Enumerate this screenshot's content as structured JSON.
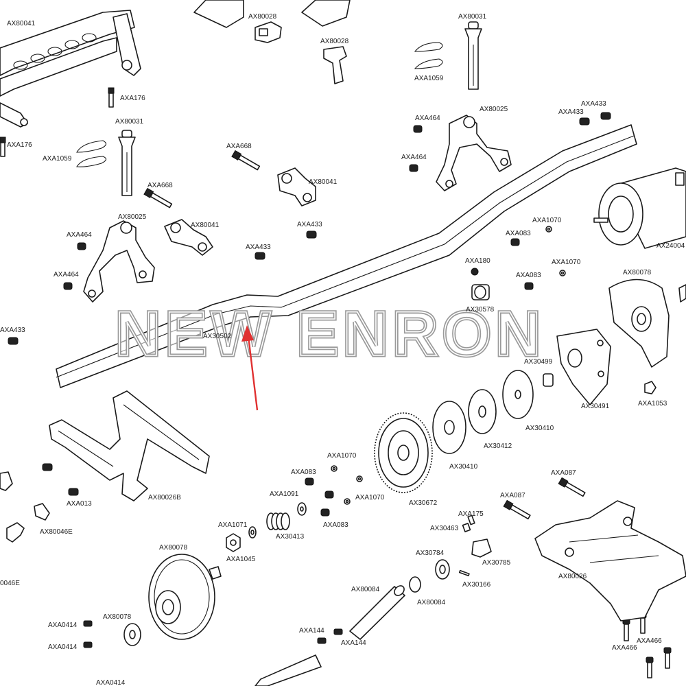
{
  "watermark": "NEW ENRON",
  "accent_colors": {
    "arrow": "#e03030",
    "watermark_stroke": "#9a9a9a"
  },
  "labels": [
    {
      "id": "l1",
      "text": "AX80041"
    },
    {
      "id": "l2",
      "text": "AX80028"
    },
    {
      "id": "l3",
      "text": "AX80028"
    },
    {
      "id": "l4",
      "text": "AX80031"
    },
    {
      "id": "l5",
      "text": "AXA1059"
    },
    {
      "id": "l6",
      "text": "AXA176"
    },
    {
      "id": "l7",
      "text": "AX80031"
    },
    {
      "id": "l8",
      "text": "AXA176"
    },
    {
      "id": "l9",
      "text": "AXA1059"
    },
    {
      "id": "l10",
      "text": "AXA668"
    },
    {
      "id": "l11",
      "text": "AXA668"
    },
    {
      "id": "l12",
      "text": "AX80041"
    },
    {
      "id": "l13",
      "text": "AX80041"
    },
    {
      "id": "l14",
      "text": "AX80025"
    },
    {
      "id": "l15",
      "text": "AXA464"
    },
    {
      "id": "l16",
      "text": "AXA464"
    },
    {
      "id": "l17",
      "text": "AXA433"
    },
    {
      "id": "l18",
      "text": "AXA433"
    },
    {
      "id": "l19",
      "text": "AXA433"
    },
    {
      "id": "l20",
      "text": "AXA464"
    },
    {
      "id": "l21",
      "text": "AXA464"
    },
    {
      "id": "l22",
      "text": "AX80025"
    },
    {
      "id": "l23",
      "text": "AXA433"
    },
    {
      "id": "l24",
      "text": "AXA433"
    },
    {
      "id": "l25",
      "text": "AXA1070"
    },
    {
      "id": "l26",
      "text": "AXA083"
    },
    {
      "id": "l27",
      "text": "AX24004"
    },
    {
      "id": "l28",
      "text": "AXA180"
    },
    {
      "id": "l29",
      "text": "AXA1070"
    },
    {
      "id": "l30",
      "text": "AXA083"
    },
    {
      "id": "l31",
      "text": "AX80078"
    },
    {
      "id": "l32",
      "text": "AX30578"
    },
    {
      "id": "l33",
      "text": "AX30502"
    },
    {
      "id": "l34",
      "text": "AX30499"
    },
    {
      "id": "l35",
      "text": "AX30491"
    },
    {
      "id": "l36",
      "text": "AXA1053"
    },
    {
      "id": "l37",
      "text": "AX30410"
    },
    {
      "id": "l38",
      "text": "AX30412"
    },
    {
      "id": "l39",
      "text": "AX30410"
    },
    {
      "id": "l40",
      "text": "AX30672"
    },
    {
      "id": "l41",
      "text": "AXA1070"
    },
    {
      "id": "l42",
      "text": "AXA083"
    },
    {
      "id": "l43",
      "text": "AXA1091"
    },
    {
      "id": "l44",
      "text": "AXA1070"
    },
    {
      "id": "l45",
      "text": "AXA083"
    },
    {
      "id": "l46",
      "text": "AXA1071"
    },
    {
      "id": "l47",
      "text": "AX30413"
    },
    {
      "id": "l48",
      "text": "AXA1045"
    },
    {
      "id": "l49",
      "text": "AX80026B"
    },
    {
      "id": "l50",
      "text": "AXA013"
    },
    {
      "id": "l51",
      "text": "AX80046E"
    },
    {
      "id": "l52",
      "text": "0046E"
    },
    {
      "id": "l53",
      "text": "AX80078"
    },
    {
      "id": "l54",
      "text": "AXA087"
    },
    {
      "id": "l55",
      "text": "AXA087"
    },
    {
      "id": "l56",
      "text": "AXA175"
    },
    {
      "id": "l57",
      "text": "AX30463"
    },
    {
      "id": "l58",
      "text": "AX30784"
    },
    {
      "id": "l59",
      "text": "AX30785"
    },
    {
      "id": "l60",
      "text": "AX30166"
    },
    {
      "id": "l61",
      "text": "AX80084"
    },
    {
      "id": "l62",
      "text": "AX80084"
    },
    {
      "id": "l63",
      "text": "AX80026"
    },
    {
      "id": "l64",
      "text": "AXA0414"
    },
    {
      "id": "l65",
      "text": "AX80078"
    },
    {
      "id": "l66",
      "text": "AXA0414"
    },
    {
      "id": "l67",
      "text": "AXA144"
    },
    {
      "id": "l68",
      "text": "AXA144"
    },
    {
      "id": "l69",
      "text": "AXA466"
    },
    {
      "id": "l70",
      "text": "AXA466"
    },
    {
      "id": "l71",
      "text": "AXA0414"
    }
  ]
}
